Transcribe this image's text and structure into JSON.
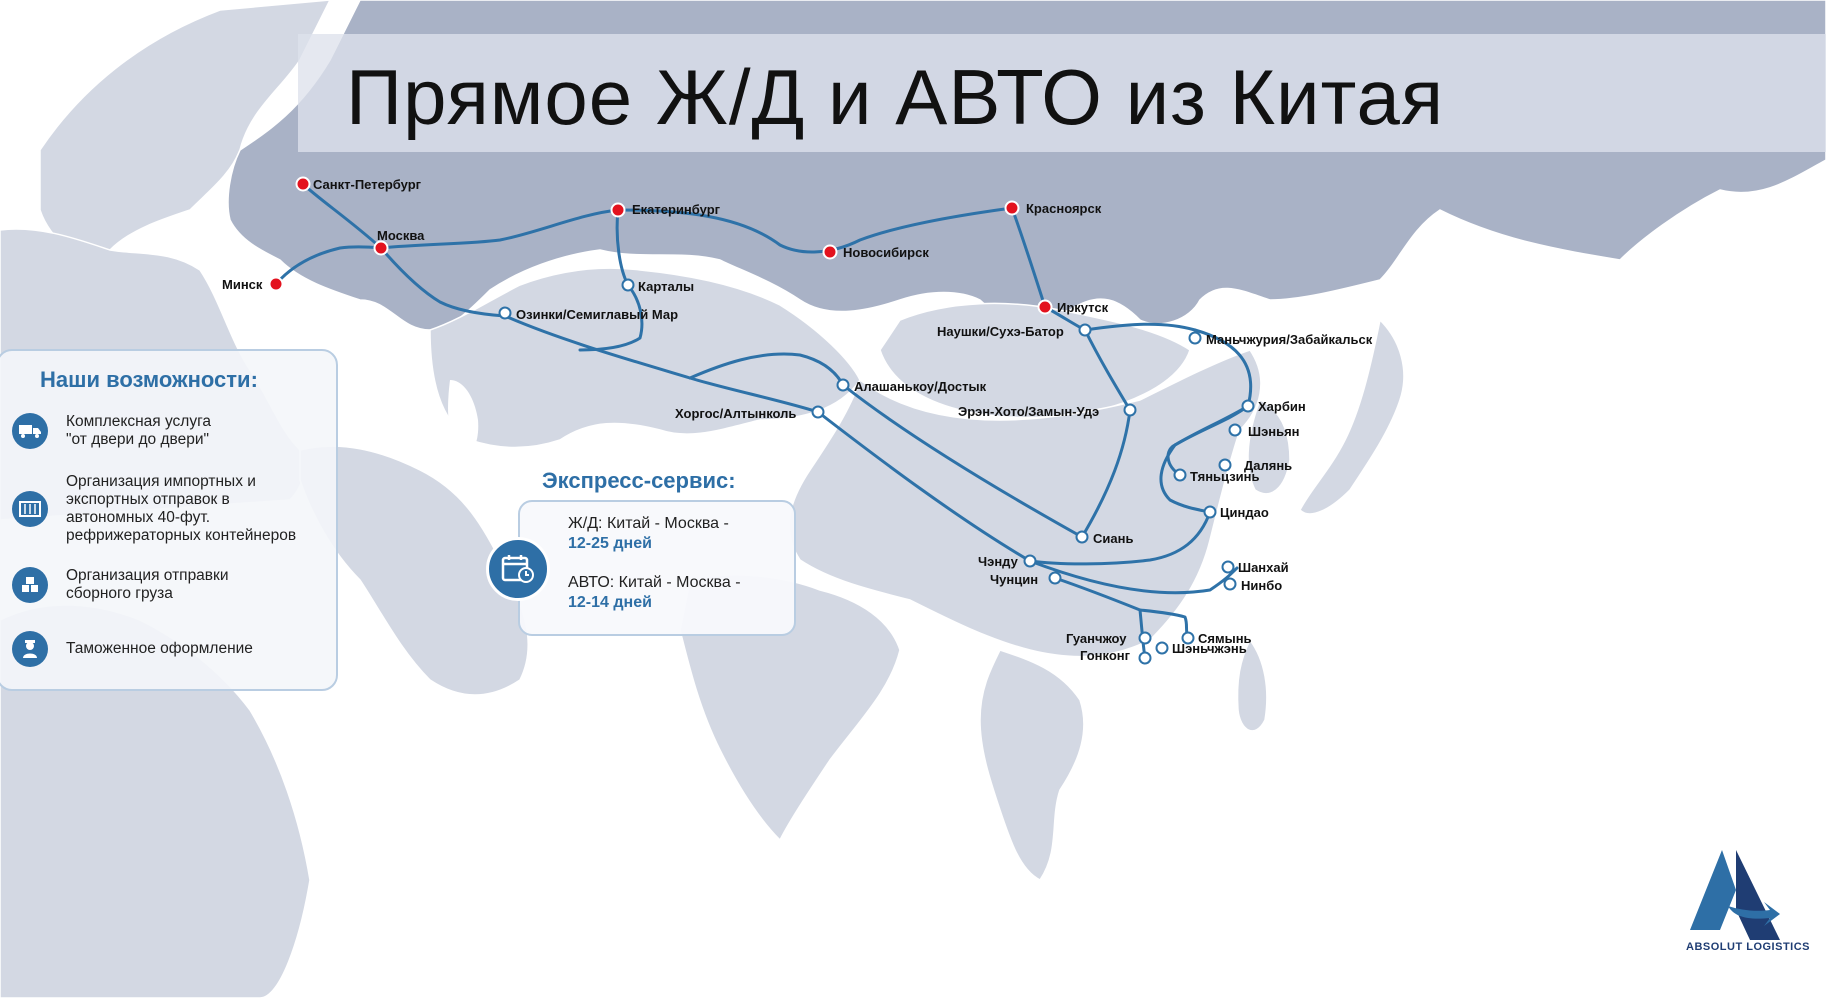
{
  "title": "Прямое Ж/Д и АВТО из Китая",
  "colors": {
    "route": "#2e72a8",
    "city": "#e3121e",
    "accent": "#2e6fa6",
    "land": "#d3d8e3",
    "land_dark": "#a9b2c6"
  },
  "capabilities": {
    "title": "Наши возможности:",
    "items": [
      {
        "icon": "truck-icon",
        "text": "Комплексная услуга\n\"от двери до двери\""
      },
      {
        "icon": "container-icon",
        "text": "Организация импортных и\nэкспортных отправок в\nавтономных 40-фут.\nрефрижераторных контейнеров"
      },
      {
        "icon": "boxes-icon",
        "text": "Организация отправки\nсборного груза"
      },
      {
        "icon": "customs-officer-icon",
        "text": "Таможенное оформление"
      }
    ]
  },
  "express": {
    "title": "Экспресс-сервис:",
    "icon": "calendar-clock-icon",
    "rail_label": "Ж/Д: Китай - Москва -",
    "rail_days": "12-25 дней",
    "auto_label": "АВТО: Китай - Москва -",
    "auto_days": "12-14 дней"
  },
  "map": {
    "cities": [
      "Санкт-Петербург",
      "Москва",
      "Минск",
      "Екатеринбург",
      "Новосибирск",
      "Красноярск",
      "Иркутск"
    ],
    "stations": [
      "Карталы",
      "Озинки/Семиглавый Мар",
      "Алашанькоу/Достык",
      "Хоргос/Алтынколь",
      "Наушки/Сухэ-Батор",
      "Маньчжурия/Забайкальск",
      "Эрэн-Хото/Замын-Удэ",
      "Харбин",
      "Шэньян",
      "Далянь",
      "Тяньцзинь",
      "Циндао",
      "Сиань",
      "Чэнду",
      "Чунцин",
      "Шанхай",
      "Нинбо",
      "Сямынь",
      "Гуанчжоу",
      "Гонконг",
      "Шэньчжэнь"
    ]
  },
  "logo": {
    "text": "ABSOLUT LOGISTICS",
    "icon": "absolut-logistics-logo-icon"
  }
}
